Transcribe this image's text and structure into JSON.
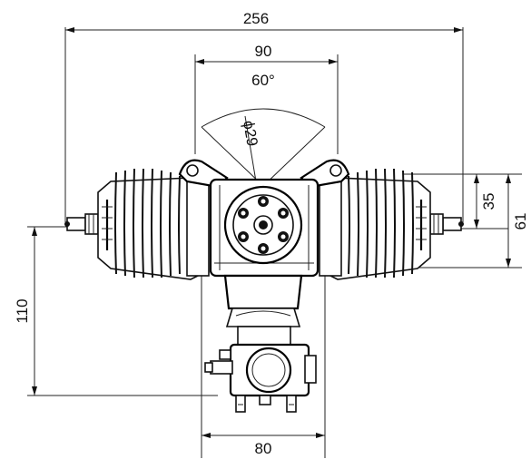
{
  "dimensions": {
    "overall_width": "256",
    "head_spacing": "90",
    "mount_angle": "60°",
    "prop_hub_diameter": "ϕ29",
    "cylinder_offset": "35",
    "cylinder_height": "61",
    "carb_drop": "110",
    "carb_width": "80"
  },
  "colors": {
    "ink": "#111111",
    "paper": "#ffffff"
  }
}
